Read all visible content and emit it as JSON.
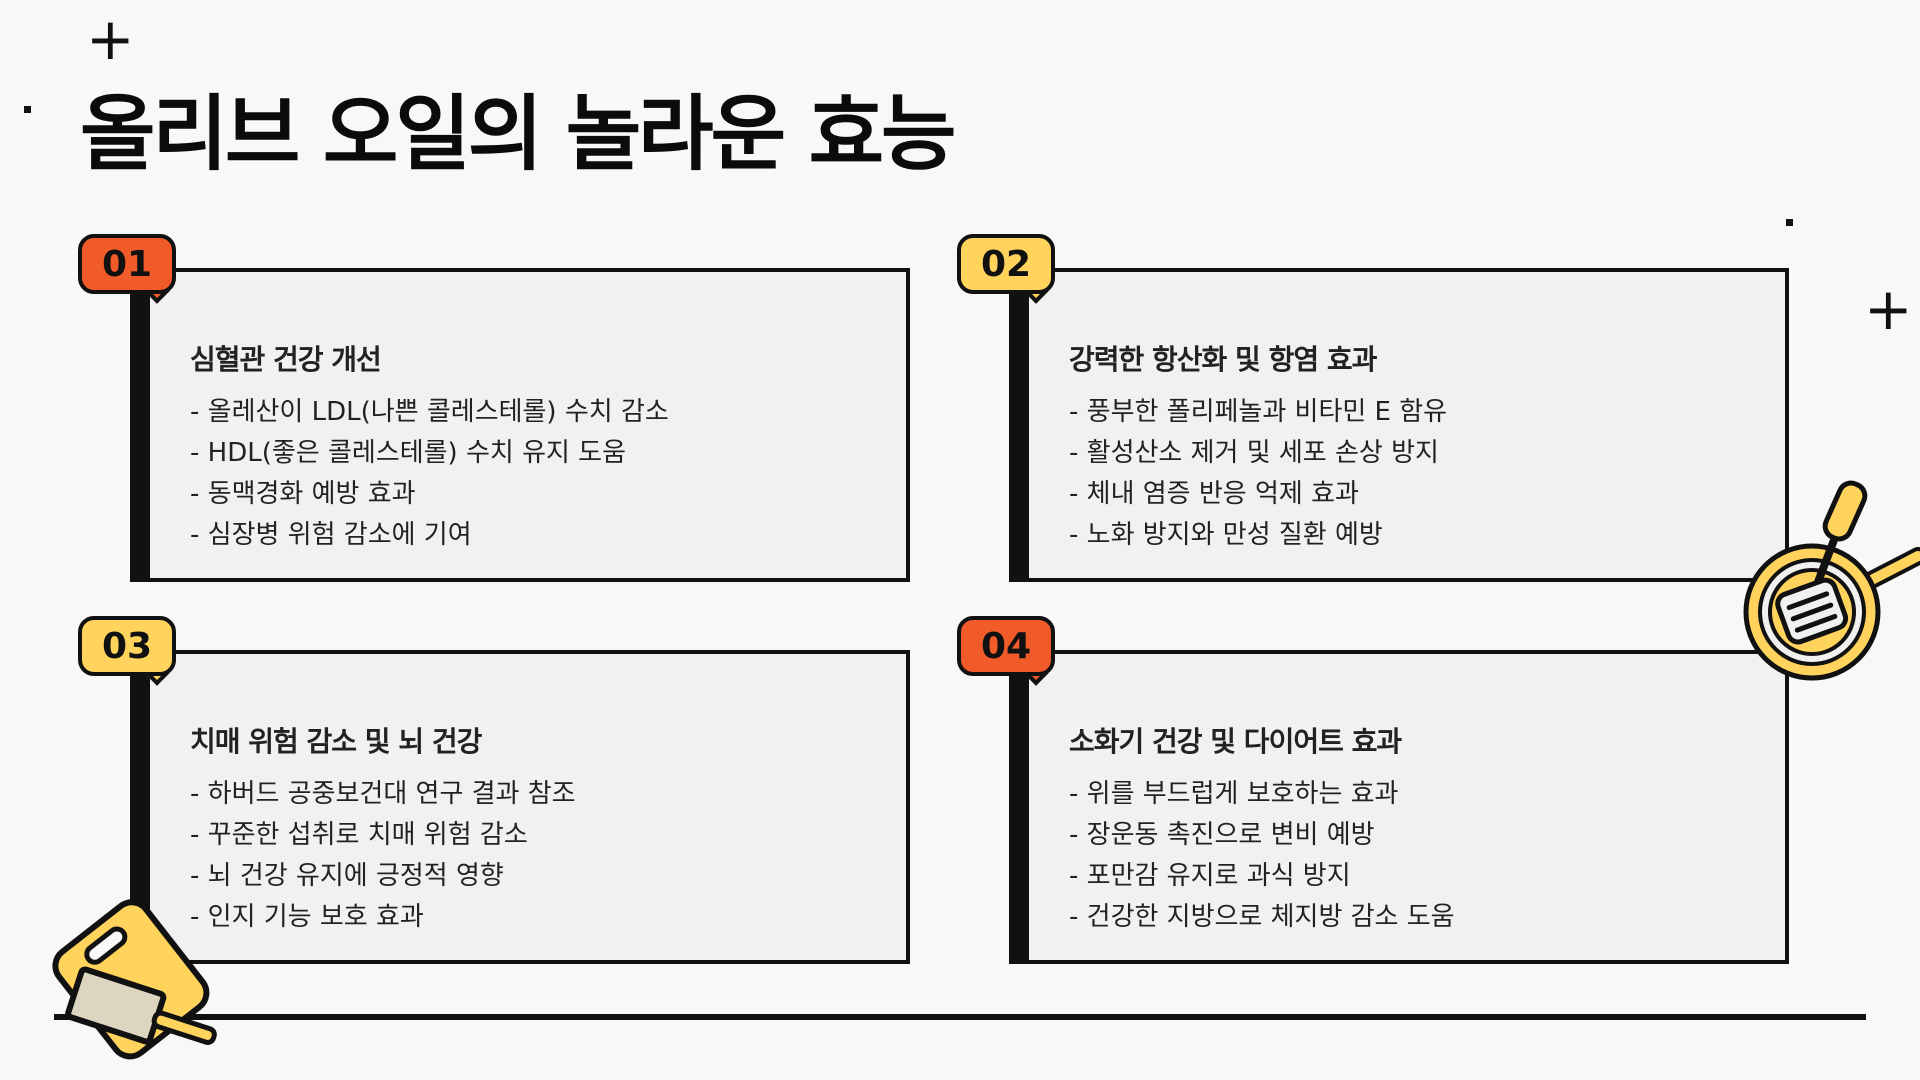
{
  "title": "올리브 오일의 놀라운 효능",
  "decorations": {
    "plus": "+"
  },
  "colors": {
    "orange": "#f15a29",
    "yellow": "#ffd35c",
    "card_bg": "#f1f1f1",
    "ink": "#111111"
  },
  "cards": [
    {
      "badge": "01",
      "heading": "심혈관 건강 개선",
      "items": [
        "- 올레산이 LDL(나쁜 콜레스테롤) 수치 감소",
        "- HDL(좋은 콜레스테롤) 수치 유지 도움",
        "- 동맥경화 예방 효과",
        "- 심장병 위험 감소에 기여"
      ]
    },
    {
      "badge": "02",
      "heading": "강력한 항산화 및 항염 효과",
      "items": [
        "- 풍부한 폴리페놀과 비타민 E 함유",
        "- 활성산소 제거 및 세포 손상 방지",
        "- 체내 염증 반응 억제 효과",
        "- 노화 방지와 만성 질환 예방"
      ]
    },
    {
      "badge": "03",
      "heading": "치매 위험 감소 및 뇌 건강",
      "items": [
        "- 하버드 공중보건대 연구 결과 참조",
        "- 꾸준한 섭취로 치매 위험 감소",
        "- 뇌 건강 유지에 긍정적 영향",
        "- 인지 기능 보호 효과"
      ]
    },
    {
      "badge": "04",
      "heading": "소화기 건강 및 다이어트 효과",
      "items": [
        "- 위를 부드럽게 보호하는 효과",
        "- 장운동 촉진으로 변비 예방",
        "- 포만감 유지로 과식 방지",
        "- 건강한 지방으로 체지방 감소 도움"
      ]
    }
  ],
  "icons": [
    "frying-pan-spatula-icon",
    "cutting-board-cleaver-icon"
  ]
}
